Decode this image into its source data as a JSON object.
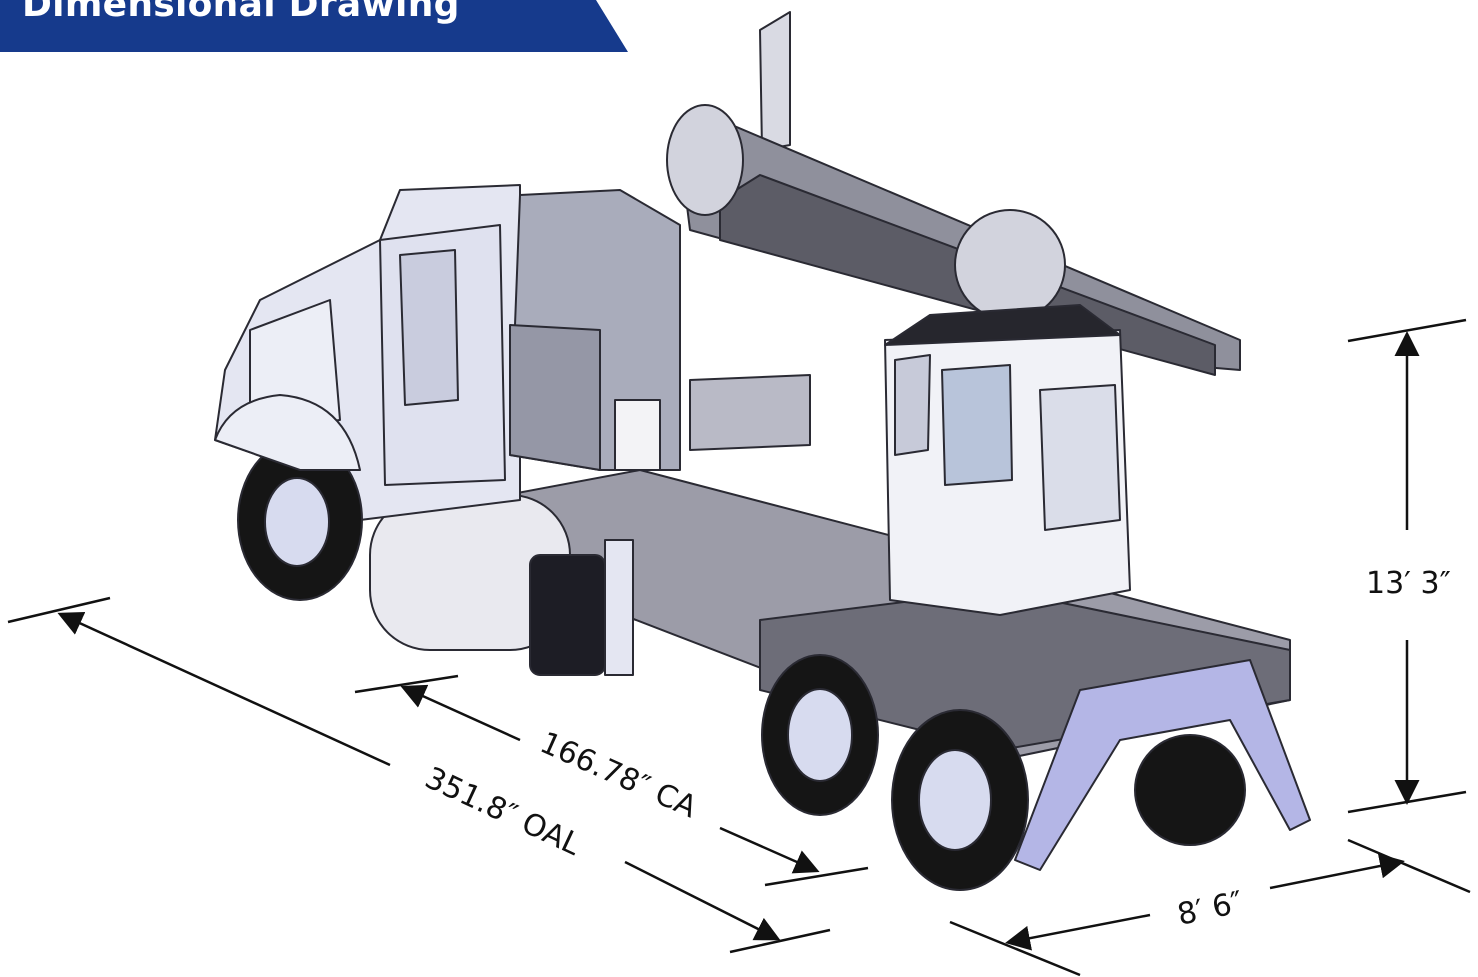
{
  "banner": {
    "title": "Dimensional Drawing",
    "color": "#163a8c"
  },
  "dimensions": {
    "height": "13′ 3″",
    "width": "8′ 6″",
    "cab_to_axle": "166.78″ CA",
    "overall_length": "351.8″ OAL"
  },
  "colors": {
    "body": "#e4e6f2",
    "accent": "#b4b6e6",
    "outline": "#2a2a33",
    "tire": "#151515"
  }
}
